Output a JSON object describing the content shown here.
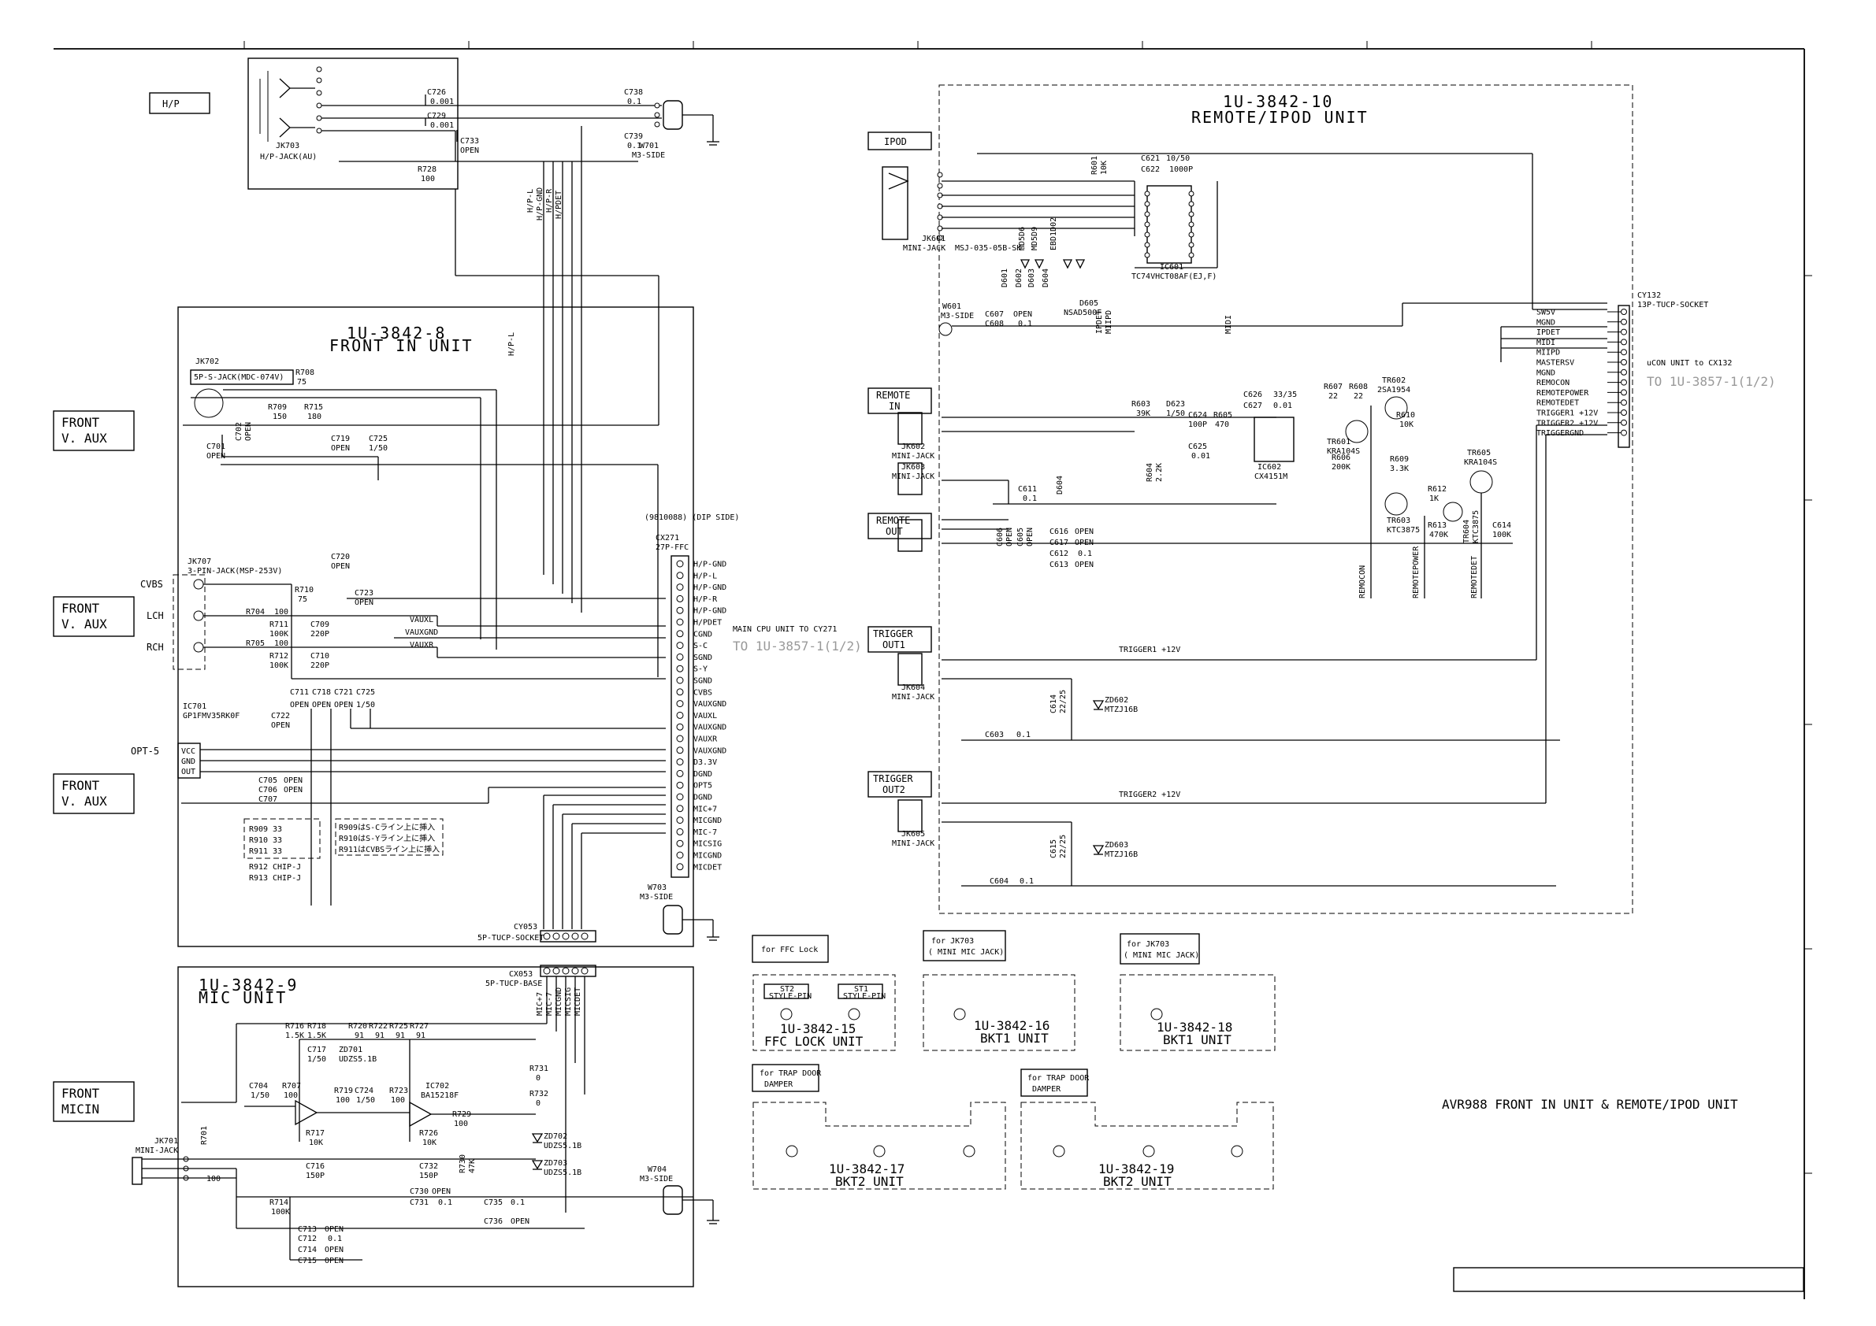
{
  "sheet": {
    "title": "AVR988 FRONT IN UNIT & REMOTE/IPOD UNIT",
    "units": [
      {
        "id": "1U-3842-8",
        "name": "FRONT IN UNIT"
      },
      {
        "id": "1U-3842-9",
        "name": "MIC UNIT"
      },
      {
        "id": "1U-3842-10",
        "name": "REMOTE/IPOD UNIT"
      },
      {
        "id": "1U-3842-15",
        "name": "FFC LOCK UNIT"
      },
      {
        "id": "1U-3842-16",
        "name": "BKT1 UNIT"
      },
      {
        "id": "1U-3842-18",
        "name": "BKT1 UNIT"
      },
      {
        "id": "1U-3842-17",
        "name": "BKT2 UNIT"
      },
      {
        "id": "1U-3842-19",
        "name": "BKT2 UNIT"
      }
    ]
  },
  "panels": {
    "hp": "H/P",
    "front_vaux_1": [
      "FRONT",
      "V. AUX"
    ],
    "front_vaux_2": [
      "FRONT",
      "V. AUX"
    ],
    "front_vaux_3": [
      "FRONT",
      "V. AUX"
    ],
    "front_micin": [
      "FRONT",
      "MICIN"
    ],
    "ipod": "IPOD",
    "remote_in": [
      "REMOTE",
      "IN"
    ],
    "remote_out": [
      "REMOTE",
      "OUT"
    ],
    "trigger_out1": [
      "TRIGGER",
      "OUT1"
    ],
    "trigger_out2": [
      "TRIGGER",
      "OUT2"
    ]
  },
  "hp_section": {
    "jack": "JK703",
    "jack_type": "H/P-JACK(AU)",
    "c726": [
      "C726",
      "0.001"
    ],
    "c729": [
      "C729",
      "0.001"
    ],
    "c733": [
      "C733",
      "OPEN"
    ],
    "c738": [
      "C738",
      "0.1"
    ],
    "c739": [
      "C739",
      "0.1"
    ],
    "r728": [
      "R728",
      "100"
    ],
    "w701": [
      "W701",
      "M3-SIDE"
    ],
    "signals": [
      "H/P-L",
      "H/P-GND",
      "H/P-R",
      "H/PDET"
    ]
  },
  "front_in": {
    "jk702": "JK702",
    "jk702_type": "5P-S-JACK(MDC-074V)",
    "r708": [
      "R708",
      "75"
    ],
    "r709": [
      "R709",
      "150"
    ],
    "r715": [
      "R715",
      "180"
    ],
    "c701": [
      "C701",
      "OPEN"
    ],
    "c702": [
      "C702",
      "OPEN"
    ],
    "c719": [
      "C719",
      "OPEN"
    ],
    "c725": [
      "C725",
      "1/50"
    ],
    "c720": [
      "C720",
      "OPEN"
    ],
    "jk707": "JK707",
    "jk707_type": "3-PIN-JACK(MSP-253V)",
    "inputs": [
      "CVBS",
      "LCH",
      "RCH"
    ],
    "r710": [
      "R710",
      "75"
    ],
    "r704": [
      "R704",
      "100"
    ],
    "r711": [
      "R711",
      "100K"
    ],
    "c709": [
      "C709",
      "220P"
    ],
    "r705": [
      "R705",
      "100"
    ],
    "r712": [
      "R712",
      "100K"
    ],
    "c710": [
      "C710",
      "220P"
    ],
    "c723": [
      "C723",
      "OPEN"
    ],
    "vaux": [
      "VAUXL",
      "VAUXGND",
      "VAUXR"
    ],
    "small_caps": [
      "C711",
      "C718",
      "C721",
      "C725"
    ],
    "small_caps_vals": [
      "OPEN",
      "OPEN",
      "OPEN",
      "1/50"
    ],
    "ic701": "IC701",
    "ic701_type": "GP1FMV35RK0F",
    "opt_in": "OPT-5",
    "ic_pins": [
      "VCC",
      "GND",
      "OUT"
    ],
    "c722": [
      "C722",
      "OPEN"
    ],
    "c705": [
      "C705",
      "OPEN"
    ],
    "c706": [
      "C706",
      "OPEN"
    ],
    "c707": [
      "C707",
      ""
    ],
    "resistors": [
      [
        "R909",
        "33"
      ],
      [
        "R910",
        "33"
      ],
      [
        "R911",
        "33"
      ],
      [
        "R912",
        "CHIP-J"
      ],
      [
        "R913",
        "CHIP-J"
      ]
    ],
    "notes": [
      "R909はS-Cライン上に挿入",
      "R910はS-Yライン上に挿入",
      "R911はCVBSライン上に挿入"
    ],
    "cx271": "CX271",
    "cx271_type": "27P-FFC",
    "cx271_side": "(9810088) (DIP SIDE)",
    "cx271_pins": [
      "H/P-GND",
      "H/P-L",
      "H/P-GND",
      "H/P-R",
      "H/P-GND",
      "H/PDET",
      "CGND",
      "S-C",
      "SGND",
      "S-Y",
      "SGND",
      "CVBS",
      "VAUXGND",
      "VAUXL",
      "VAUXGND",
      "VAUXR",
      "VAUXGND",
      "D3.3V",
      "DGND",
      "OPT5",
      "DGND",
      "MIC+7",
      "MICGND",
      "MIC-7",
      "MICSIG",
      "MICGND",
      "MICDET"
    ],
    "main_cpu_note": "MAIN CPU UNIT TO CY271",
    "main_cpu_ref": "TO 1U-3857-1(1/2)",
    "w703": [
      "W703",
      "M3-SIDE"
    ],
    "cy053": "CY053",
    "cy053_type": "5P-TUCP-SOCKET"
  },
  "mic": {
    "cx053": "CX053",
    "cx053_type": "5P-TUCP-BASE",
    "pins": [
      "MIC+7",
      "MIC-7",
      "MICGND",
      "MICSIG",
      "MICDET"
    ],
    "jk701": [
      "JK701",
      "MINI-JACK"
    ],
    "r701": [
      "R701",
      "100"
    ],
    "r716": [
      "R716",
      "1.5K"
    ],
    "r718": [
      "R718",
      "1.5K"
    ],
    "r720": [
      "R720",
      "91"
    ],
    "r722": [
      "R722",
      "91"
    ],
    "r725": [
      "R725",
      "91"
    ],
    "r727": [
      "R727",
      "91"
    ],
    "c717": [
      "C717",
      "1/50"
    ],
    "zd701": [
      "ZD701",
      "UDZS5.1B"
    ],
    "c704": [
      "C704",
      "1/50"
    ],
    "r707": [
      "R707",
      "100"
    ],
    "r719": [
      "R719",
      "100"
    ],
    "c724": [
      "C724",
      "1/50"
    ],
    "r723": [
      "R723",
      "100"
    ],
    "ic702": [
      "IC702",
      "BA15218F"
    ],
    "r717": [
      "R717",
      "10K"
    ],
    "c716": [
      "C716",
      "150P"
    ],
    "r726": [
      "R726",
      "10K"
    ],
    "c732": [
      "C732",
      "150P"
    ],
    "r729": [
      "R729",
      "100"
    ],
    "r730": [
      "R730",
      "47K"
    ],
    "r731": [
      "R731",
      "0"
    ],
    "r732": [
      "R732",
      "0"
    ],
    "zd702": [
      "ZD702",
      "UDZS5.1B"
    ],
    "zd703": [
      "ZD703",
      "UDZS5.1B"
    ],
    "r714": [
      "R714",
      "100K"
    ],
    "c730": [
      "C730",
      "OPEN"
    ],
    "c731": [
      "C731",
      "0.1"
    ],
    "c735": [
      "C735",
      "0.1"
    ],
    "c736": [
      "C736",
      "OPEN"
    ],
    "c713": [
      "C713",
      "OPEN"
    ],
    "c714": [
      "C714",
      "OPEN"
    ],
    "c715": [
      "C715",
      "OPEN"
    ],
    "c712": [
      "C712",
      "0.1"
    ],
    "w704": [
      "W704",
      "M3-SIDE"
    ]
  },
  "remote": {
    "jk601": [
      "JK601",
      "MINI-JACK"
    ],
    "jack_part": "MSJ-035-05B-SK-",
    "c621": [
      "C621",
      "10/50"
    ],
    "c622": [
      "C622",
      "1000P"
    ],
    "r601": [
      "R601",
      "10K"
    ],
    "ic601": [
      "IC601",
      "TC74VHCT08AF(EJ,F)"
    ],
    "w601": [
      "W601",
      "M3-SIDE"
    ],
    "c607": [
      "C607",
      "OPEN"
    ],
    "c608": [
      "C608",
      "0.1"
    ],
    "d605": [
      "D605",
      "NSAD500F"
    ],
    "diodes": [
      "D601",
      "D602",
      "D603",
      "D604"
    ],
    "diode_parts": [
      "MD5D6",
      "MD5D9",
      "EBD1D02"
    ],
    "cy132": [
      "CY132",
      "13P-TUCP-SOCKET"
    ],
    "cy132_pins": [
      "SW5V",
      "MGND",
      "IPDET",
      "MIDI",
      "MIIPD",
      "MASTERSV",
      "MGND",
      "REMOCON",
      "REMOTEPOWER",
      "REMOTEDET",
      "TRIGGER1 +12V",
      "TRIGGER2 +12V",
      "TRIGGERGND"
    ],
    "ucon_note": "uCON UNIT to CX132",
    "ucon_ref": "TO 1U-3857-1(1/2)",
    "signal_labels": [
      "IPDET",
      "MIIPD",
      "MIDI"
    ],
    "jk602": [
      "JK602",
      "MINI-JACK"
    ],
    "jk603": [
      "JK603",
      "MINI-JACK"
    ],
    "r603": [
      "R603",
      "39K"
    ],
    "d623": [
      "D623",
      "1/50"
    ],
    "c624": [
      "C624",
      "100P"
    ],
    "r605": [
      "R605",
      "470"
    ],
    "c626": [
      "C626",
      "33/35"
    ],
    "c627": [
      "C627",
      "0.01"
    ],
    "c625": [
      "C625",
      "0.01"
    ],
    "ic602": [
      "IC602",
      "CX4151M"
    ],
    "r606": [
      "R606",
      "200K"
    ],
    "r607": [
      "R607",
      "22"
    ],
    "r608": [
      "R608",
      "22"
    ],
    "tr602": [
      "TR602",
      "2SA1954"
    ],
    "tr601": [
      "TR601",
      "KRA104S"
    ],
    "r610": [
      "R610",
      "10K"
    ],
    "r609": [
      "R609",
      "3.3K"
    ],
    "r612": [
      "R612",
      "1K"
    ],
    "tr603": [
      "TR603",
      "KTC3875"
    ],
    "r613": [
      "R613",
      "470K"
    ],
    "tr604": [
      "TR604",
      "KTC3875"
    ],
    "tr605": [
      "TR605",
      "KRA104S"
    ],
    "c614": [
      "C614",
      "100K"
    ],
    "c611": [
      "C611",
      "0.1"
    ],
    "d604": "D604",
    "r604": [
      "R604",
      "2.2K"
    ],
    "c616": [
      "C616",
      "OPEN"
    ],
    "c617": [
      "C617",
      "OPEN"
    ],
    "c612": [
      "C612",
      "0.1"
    ],
    "c613": [
      "C613",
      "OPEN"
    ],
    "c606": [
      "C606",
      "OPEN"
    ],
    "c605": [
      "C605",
      "OPEN"
    ],
    "tr_labels": [
      "REMOCON",
      "REMOTEPOWER",
      "REMOTEDET"
    ],
    "jk604": [
      "JK604",
      "MINI-JACK"
    ],
    "trigger1": "TRIGGER1 +12V",
    "zd602": [
      "ZD602",
      "MTZJ16B"
    ],
    "c603": [
      "C603",
      "0.1"
    ],
    "jk605": [
      "JK605",
      "MINI-JACK"
    ],
    "trigger2": "TRIGGER2 +12V",
    "zd603": [
      "ZD603",
      "MTZJ16B"
    ],
    "c604": [
      "C604",
      "0.1"
    ],
    "c614b": [
      "C614",
      "22/25"
    ],
    "c615": [
      "C615",
      "22/25"
    ]
  },
  "small_units": {
    "ffc_note": "for FFC Lock",
    "jk703_note_a": [
      "for JK703",
      "( MINI MIC JACK)"
    ],
    "jk703_note_b": [
      "for JK703",
      "( MINI MIC JACK)"
    ],
    "st2": [
      "ST2",
      "STYLE-PIN"
    ],
    "st1": [
      "ST1",
      "STYLE-PIN"
    ],
    "trap_a": [
      "for TRAP DOOR",
      "DAMPER"
    ],
    "trap_b": [
      "for TRAP DOOR",
      "DAMPER"
    ]
  }
}
